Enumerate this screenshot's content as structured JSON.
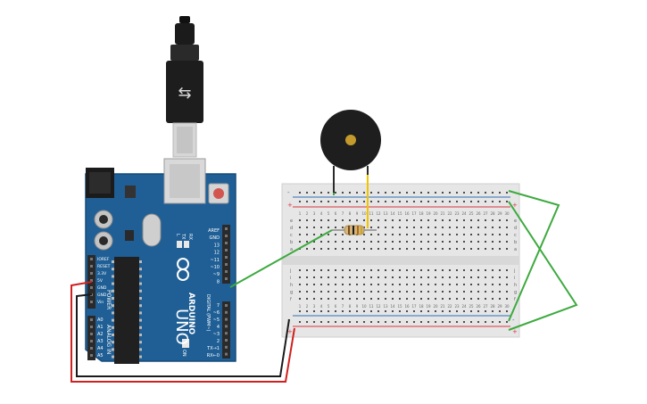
{
  "colors": {
    "board": "#1f5f95",
    "board_dark": "#17507f",
    "header": "#2a2a2a",
    "breadboard": "#e6e6e6",
    "rail_red": "#d9363e",
    "rail_blue": "#2f6db5",
    "wire_green": "#3daa3f",
    "wire_red": "#d0201f",
    "wire_black": "#1a1a1a",
    "wire_yellow": "#f2c400",
    "buzzer": "#1e1e1e",
    "buzzer_center": "#c49a2c"
  },
  "arduino": {
    "brand": "ARDUINO",
    "model": "UNO",
    "on_label": "ON",
    "tx_label": "TX",
    "rx_label": "RX",
    "l_label": "L",
    "digital_label": "DIGITAL (PWM~)",
    "power_label": "POWER",
    "analog_label": "ANALOG IN",
    "digital_pins": [
      "AREF",
      "GND",
      "13",
      "12",
      "~11",
      "~10",
      "~9",
      "8",
      "7",
      "~6",
      "~5",
      "4",
      "~3",
      "2",
      "TX→1",
      "RX←0"
    ],
    "power_pins": [
      "IOREF",
      "RESET",
      "3.3V",
      "5V",
      "GND",
      "GND",
      "Vin"
    ],
    "analog_pins": [
      "A0",
      "A1",
      "A2",
      "A3",
      "A4",
      "A5"
    ]
  },
  "breadboard": {
    "columns": [
      "1",
      "2",
      "3",
      "4",
      "5",
      "6",
      "7",
      "8",
      "9",
      "10",
      "11",
      "12",
      "13",
      "14",
      "15",
      "16",
      "17",
      "18",
      "19",
      "20",
      "21",
      "22",
      "23",
      "24",
      "25",
      "26",
      "27",
      "28",
      "29",
      "30"
    ],
    "rows_top": [
      "a",
      "b",
      "c",
      "d",
      "e"
    ],
    "rows_bottom": [
      "f",
      "g",
      "h",
      "i",
      "j"
    ],
    "plus": "+",
    "minus": "-"
  }
}
